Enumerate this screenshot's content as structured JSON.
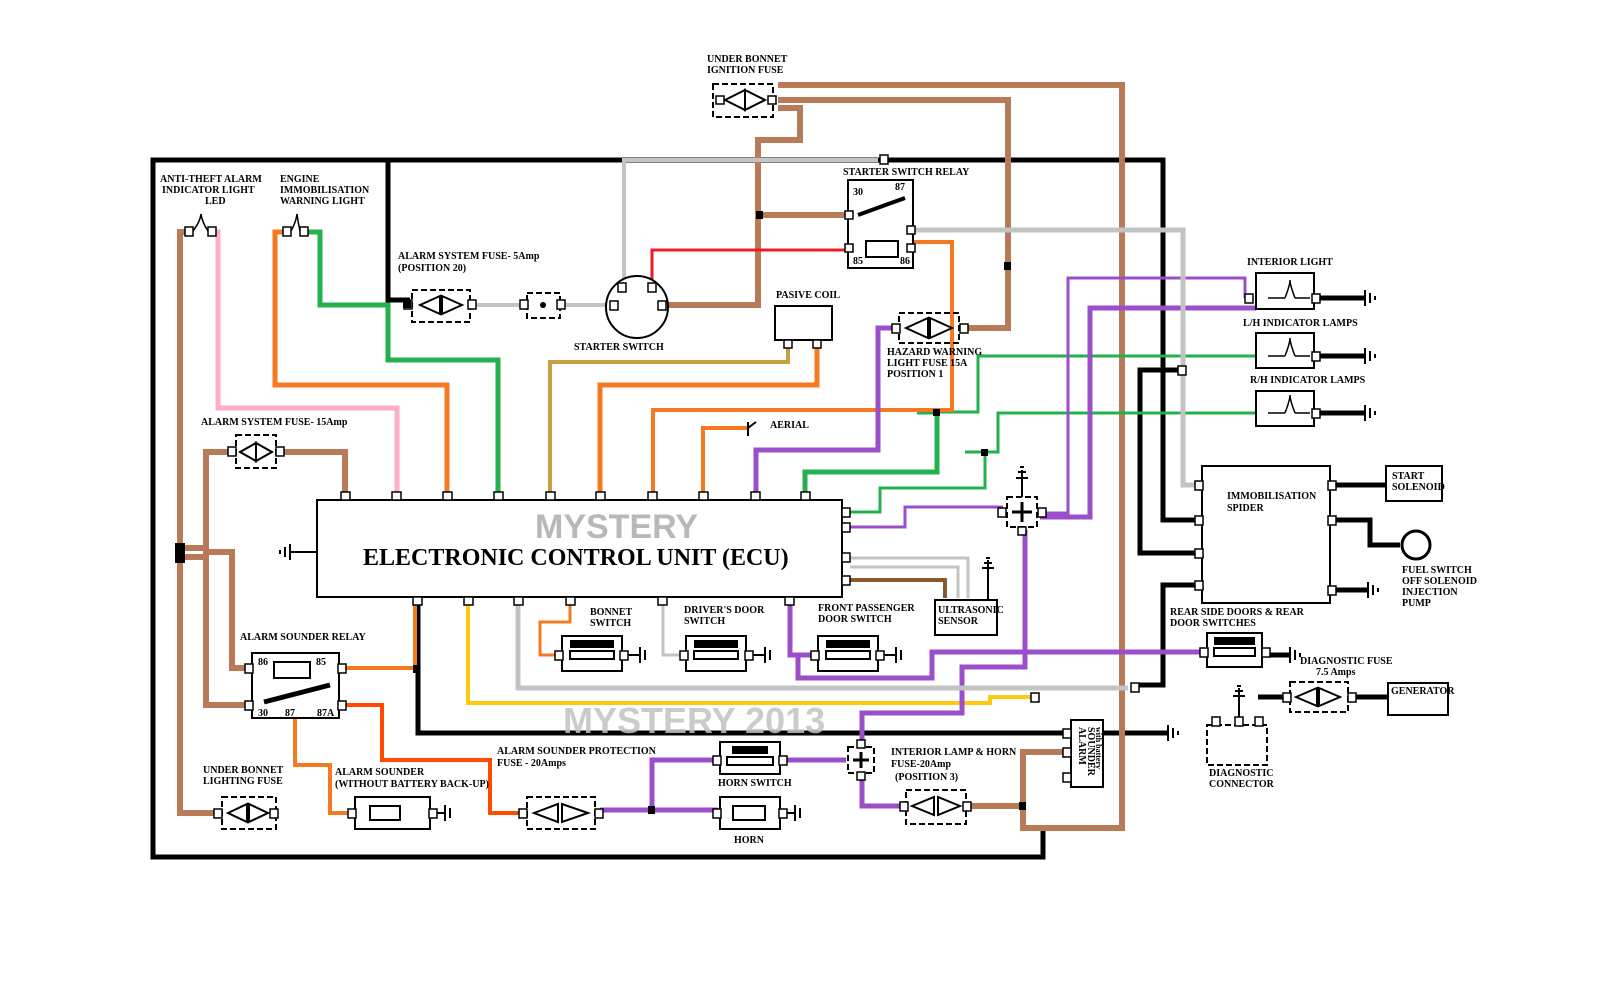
{
  "ecu": {
    "title": "ELECTRONIC CONTROL UNIT (ECU)",
    "watermark": "MYSTERY",
    "watermark_year": "MYSTERY 2013"
  },
  "labels": {
    "under_bonnet_ignition_fuse": [
      "UNDER BONNET",
      "IGNITION FUSE"
    ],
    "starter_switch_relay": "STARTER SWITCH RELAY",
    "relay_pins_top": [
      "30",
      "87"
    ],
    "relay_pins_bottom": [
      "85",
      "86"
    ],
    "anti_theft_led": [
      "ANTI-THEFT ALARM",
      "INDICATOR  LIGHT",
      "LED"
    ],
    "engine_immobilisation_light": [
      "ENGINE",
      "IMMOBILISATION",
      "WARNING LIGHT"
    ],
    "alarm_system_fuse_5a": [
      "ALARM SYSTEM FUSE- 5Amp",
      "(POSITION 20)"
    ],
    "starter_switch": "STARTER SWITCH",
    "passive_coil": "PASIVE COIL",
    "hazard_fuse": [
      "HAZARD WARNING",
      "LIGHT FUSE 15A",
      "POSITION 1"
    ],
    "interior_light": "INTERIOR LIGHT",
    "lh_indicator": "L/H  INDICATOR LAMPS",
    "rh_indicator": "R/H INDICATOR LAMPS",
    "aerial": "AERIAL",
    "alarm_system_fuse_15a": "ALARM SYSTEM FUSE- 15Amp",
    "immobilisation_spider": [
      "IMMOBILISATION",
      "SPIDER"
    ],
    "start_solenoid": [
      "START",
      "SOLENOID"
    ],
    "fuel_switch": [
      "FUEL SWITCH",
      "OFF SOLENOID",
      "INJECTION",
      "PUMP"
    ],
    "bonnet_switch": [
      "BONNET",
      "SWITCH"
    ],
    "drivers_door_switch": [
      "DRIVER'S DOOR",
      "SWITCH"
    ],
    "front_passenger_door_switch": [
      "FRONT PASSENGER",
      "DOOR SWITCH"
    ],
    "ultrasonic_sensor": [
      "ULTRASONIC",
      "SENSOR"
    ],
    "rear_side_doors": [
      "REAR SIDE DOORS & REAR",
      "DOOR SWITCHES"
    ],
    "diagnostic_fuse": [
      "DIAGNOSTIC FUSE",
      "7.5 Amps"
    ],
    "generator": "GENERATOR",
    "alarm_sounder_relay": "ALARM SOUNDER RELAY",
    "sounder_relay_pins_top": [
      "86",
      "85"
    ],
    "sounder_relay_pins_bottom": [
      "30",
      "87",
      "87A"
    ],
    "under_bonnet_lighting_fuse": [
      "UNDER BONNET",
      "LIGHTING FUSE"
    ],
    "alarm_sounder": [
      "ALARM SOUNDER",
      "(WITHOUT BATTERY BACK-UP)"
    ],
    "alarm_sounder_protection_fuse": [
      "ALARM SOUNDER PROTECTION",
      "FUSE - 20Amps"
    ],
    "horn_switch": "HORN SWITCH",
    "horn": "HORN",
    "interior_lamp_horn_fuse": [
      "INTERIOR LAMP & HORN",
      "FUSE-20Amp",
      "(POSITION 3)"
    ],
    "alarm_sounder_battery": [
      "ALARM",
      "SOUNDER",
      "with battery"
    ],
    "diagnostic_connector": [
      "DIAGNOSTIC",
      "CONNECTOR"
    ]
  },
  "wire_colors": {
    "black": "#000000",
    "brown": "#b97a57",
    "green": "#22b14c",
    "pink": "#ffaec9",
    "orange": "#f47920",
    "purple": "#9b4dca",
    "grey": "#c3c3c3",
    "red": "#ed1c24",
    "yellow": "#ffc90e"
  }
}
